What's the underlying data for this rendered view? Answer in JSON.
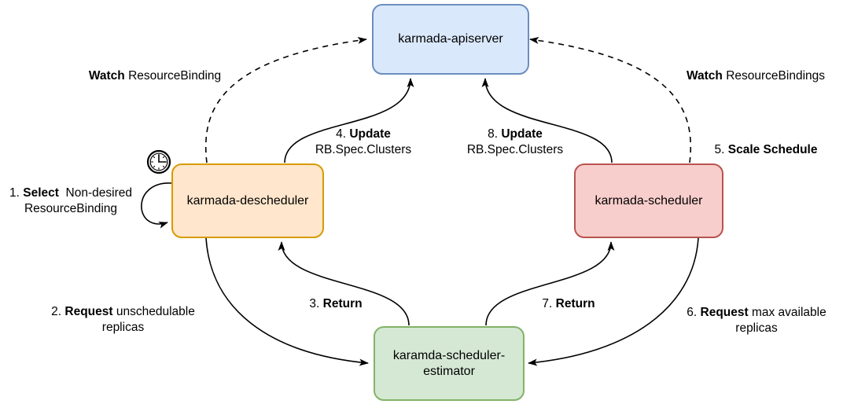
{
  "diagram": {
    "type": "architecture-flow",
    "background": "#ffffff",
    "arrow_color": "#000000"
  },
  "nodes": {
    "apiserver": {
      "label": "karmada-apiserver",
      "fill": "#dae8fc",
      "stroke": "#6c8ebf"
    },
    "descheduler": {
      "label": "karmada-descheduler",
      "fill": "#ffe6cc",
      "stroke": "#d79b00"
    },
    "scheduler": {
      "label": "karmada-scheduler",
      "fill": "#f8cecc",
      "stroke": "#b85450"
    },
    "estimator": {
      "label": "karamda-scheduler-\nestimator",
      "fill": "#d5e8d4",
      "stroke": "#82b366"
    }
  },
  "labels": {
    "watch_left": {
      "bold": "Watch",
      "rest": " ResourceBinding"
    },
    "watch_right": {
      "bold": "Watch",
      "rest": " ResourceBindings"
    },
    "select1": {
      "prefix": "1. ",
      "bold": "Select",
      "rest": "  Non-desired\nResourceBinding"
    },
    "request2": {
      "prefix": "2. ",
      "bold": "Request",
      "rest": " unschedulable\nreplicas"
    },
    "return3": {
      "prefix": "3. ",
      "bold": "Return"
    },
    "update4": {
      "prefix": "4. ",
      "bold": "Update",
      "rest": "\nRB.Spec.Clusters"
    },
    "scale5": {
      "prefix": "5. ",
      "bold": "Scale Schedule"
    },
    "request6": {
      "prefix": "6. ",
      "bold": "Request",
      "rest": " max available\nreplicas"
    },
    "return7": {
      "prefix": "7. ",
      "bold": "Return"
    },
    "update8": {
      "prefix": "8. ",
      "bold": "Update",
      "rest": "\nRB.Spec.Clusters"
    }
  },
  "edges": [
    {
      "id": "watch-left",
      "from": "karmada-descheduler",
      "to": "karmada-apiserver",
      "style": "dashed",
      "label": "Watch ResourceBinding"
    },
    {
      "id": "watch-right",
      "from": "karmada-scheduler",
      "to": "karmada-apiserver",
      "style": "dashed",
      "label": "Watch ResourceBindings"
    },
    {
      "id": "select-loop",
      "from": "karmada-descheduler",
      "to": "karmada-descheduler",
      "style": "solid",
      "label": "1. Select Non-desired ResourceBinding"
    },
    {
      "id": "request-2",
      "from": "karmada-descheduler",
      "to": "karamda-scheduler-estimator",
      "style": "solid",
      "label": "2. Request unschedulable replicas"
    },
    {
      "id": "return-3",
      "from": "karamda-scheduler-estimator",
      "to": "karmada-descheduler",
      "style": "solid",
      "label": "3. Return"
    },
    {
      "id": "update-4",
      "from": "karmada-descheduler",
      "to": "karmada-apiserver",
      "style": "solid",
      "label": "4. Update RB.Spec.Clusters"
    },
    {
      "id": "scale-5",
      "from": "karmada-scheduler",
      "to": "karmada-scheduler",
      "style": "none",
      "label": "5. Scale Schedule"
    },
    {
      "id": "request-6",
      "from": "karmada-scheduler",
      "to": "karamda-scheduler-estimator",
      "style": "solid",
      "label": "6. Request max available replicas"
    },
    {
      "id": "return-7",
      "from": "karamda-scheduler-estimator",
      "to": "karmada-scheduler",
      "style": "solid",
      "label": "7. Return"
    },
    {
      "id": "update-8",
      "from": "karmada-scheduler",
      "to": "karmada-apiserver",
      "style": "solid",
      "label": "8. Update RB.Spec.Clusters"
    }
  ],
  "icons": {
    "clock": {
      "meaning": "timer / periodic trigger on karmada-descheduler"
    }
  }
}
